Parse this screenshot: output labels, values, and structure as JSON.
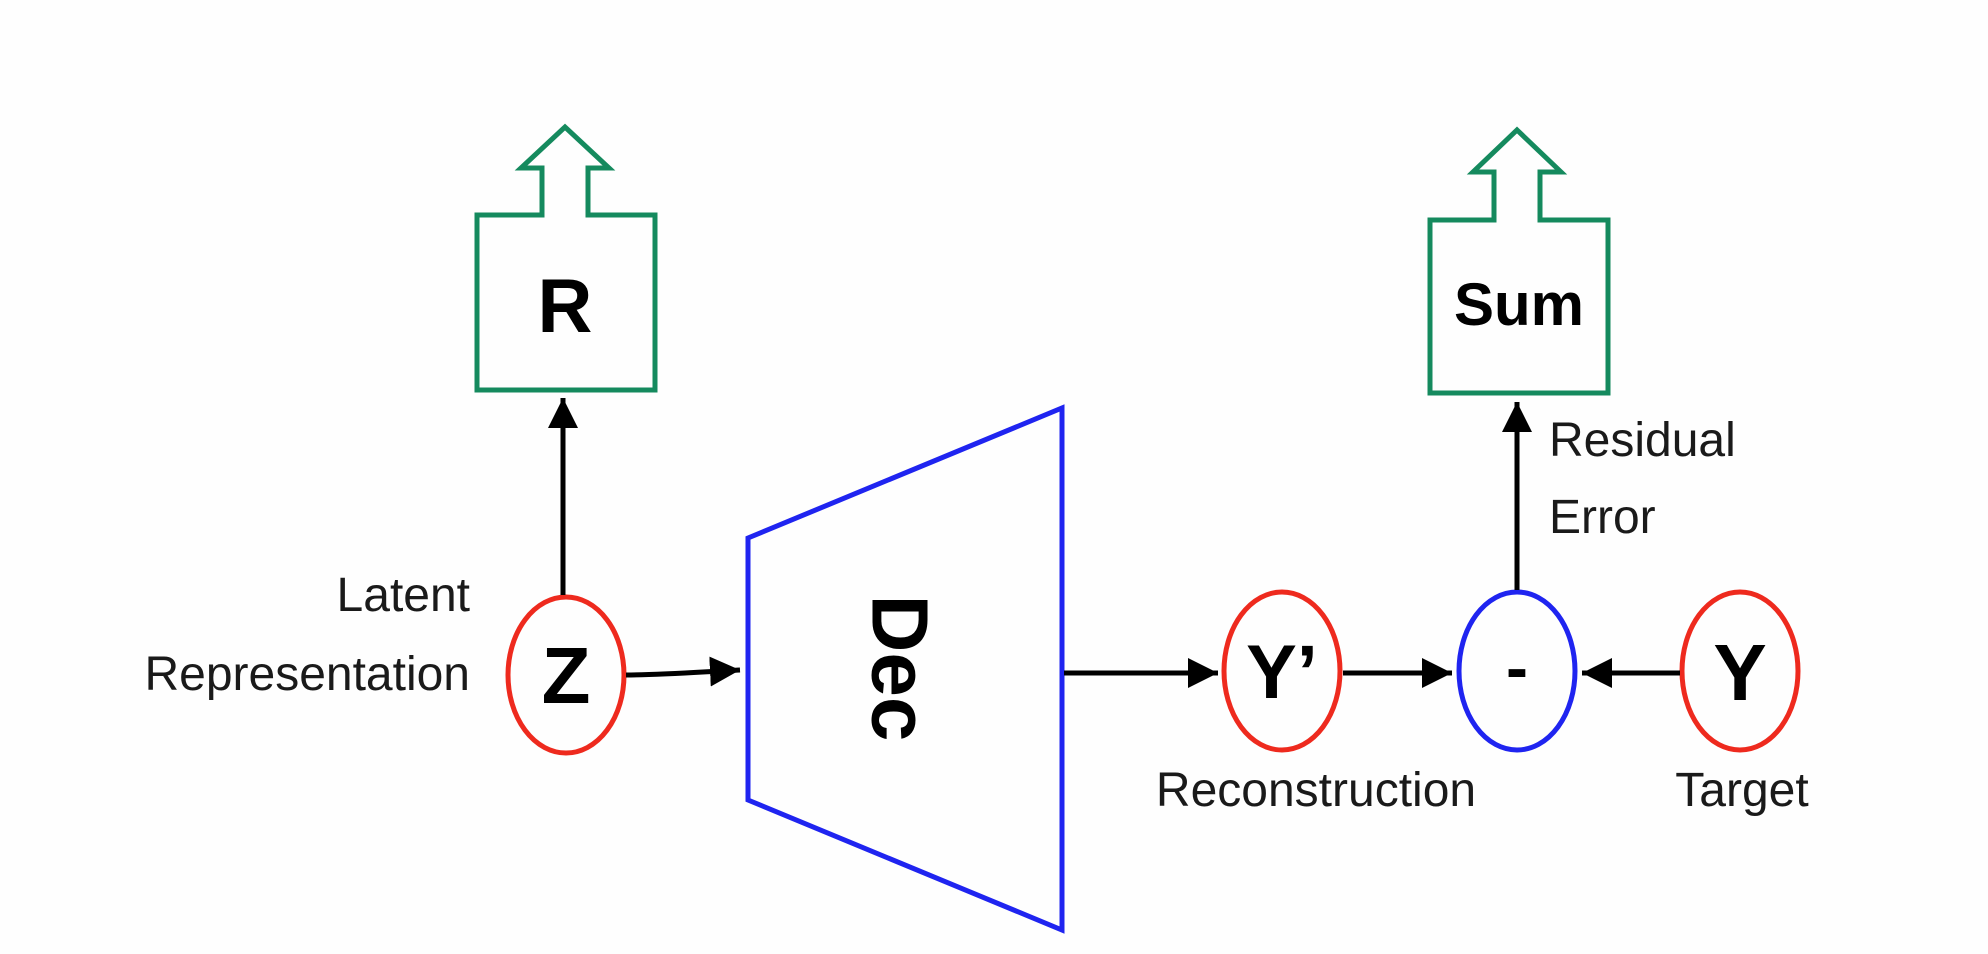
{
  "diagram": {
    "nodes": {
      "z": "Z",
      "y_prime": "Y’",
      "minus": "-",
      "y": "Y",
      "dec": "Dec",
      "r": "R",
      "sum": "Sum"
    },
    "labels": {
      "latent_line1": "Latent",
      "latent_line2": "Representation",
      "reconstruction": "Reconstruction",
      "target": "Target",
      "residual_line1": "Residual",
      "residual_line2": "Error"
    },
    "colors": {
      "variable_circle": "#ee2a1e",
      "operator_circle": "#1f24f0",
      "decoder": "#1f24f0",
      "output_box": "#158a5e",
      "arrow": "#000000"
    }
  }
}
